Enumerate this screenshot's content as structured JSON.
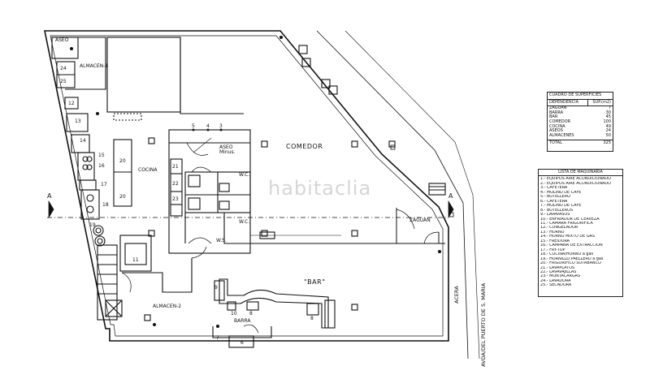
{
  "rooms": {
    "aseo_top": "ASEO",
    "almacen_1": "ALMACEN-1",
    "cocina": "COCINA",
    "comedor": "COMEDOR",
    "aseo_minus": "ASEO\nMinus.",
    "wc_1": "W.C.",
    "wc_2": "W.C.",
    "ws": "W.S.",
    "zaguan": "ZAGUAN",
    "bar": "\"BAR\"",
    "barra": "BARRA",
    "almacen_2": "ALMACEN-2",
    "acera": "ACERA",
    "street": "AVDA/DEL PUERTO DE S. MARIA"
  },
  "section_marks": {
    "left": "A",
    "right": "A"
  },
  "equipment_numbers": {
    "n24": "24",
    "n25": "25",
    "n12": "12",
    "n13": "13",
    "n14": "14",
    "n15": "15",
    "n16": "16",
    "n17": "17",
    "n18": "18",
    "n19": "19",
    "n20a": "20",
    "n20b": "20",
    "n21": "21",
    "n22": "22",
    "n23": "23",
    "n11": "11",
    "n9": "9",
    "n10": "10",
    "n8a": "8",
    "n8b": "8",
    "n7": "7",
    "n6": "6",
    "n5": "5",
    "n4": "4",
    "n3": "3"
  },
  "watermark": "habitaclia",
  "superficies": {
    "title": "CUADRO DE SUPERFICIES",
    "col_dep": "DEPENDENCIA",
    "col_sup": "SUP.(m2)",
    "rows": [
      {
        "name": "ZAGUAN",
        "value": "7"
      },
      {
        "name": "BARRA",
        "value": "30"
      },
      {
        "name": "BAR",
        "value": "45"
      },
      {
        "name": "COMEDOR",
        "value": "100"
      },
      {
        "name": "COCINA",
        "value": "49"
      },
      {
        "name": "ASEOS",
        "value": "24"
      },
      {
        "name": "ALMACENES",
        "value": "50"
      }
    ],
    "total_label": "TOTAL",
    "total_value": "325"
  },
  "maquinaria": {
    "title": "LISTA DE MAQUINARIA",
    "items": [
      "1.- EQUIPOS AIRE ACONDICIONADO",
      "2.- EQUIPOS AIRE ACONDICIONADO",
      "3.- CAFETERA",
      "4.- MOLINO DE CAFE",
      "5.- BOTELLERO",
      "6.- CAFETERA",
      "7.- MOLINO DE CAFE",
      "8.- BOTELLEROS",
      "9.- LAVAVASOS",
      "10.- ENFRIADOR DE CERVEZA",
      "11.- CAMARA FRIGORIFICA",
      "12.- CONGELADOR",
      "13.- HORNO",
      "14.- HORNO MIXTO DE GAS",
      "15.- FREIDORA",
      "16.- CAMPANA DE EXTRACCION",
      "17.- FRY-TOP",
      "18.- COCINA/HORNO a gas",
      "19.- HORNILLO PAELLERO a gas",
      "20.- FRIGORIFICO SOTABANCO",
      "21.- LAVAPLATOS",
      "22.- LAVAVAJILLAS",
      "23.- MONTACARGAS",
      "24.- LAVADORA",
      "25.- SECADORA"
    ]
  }
}
